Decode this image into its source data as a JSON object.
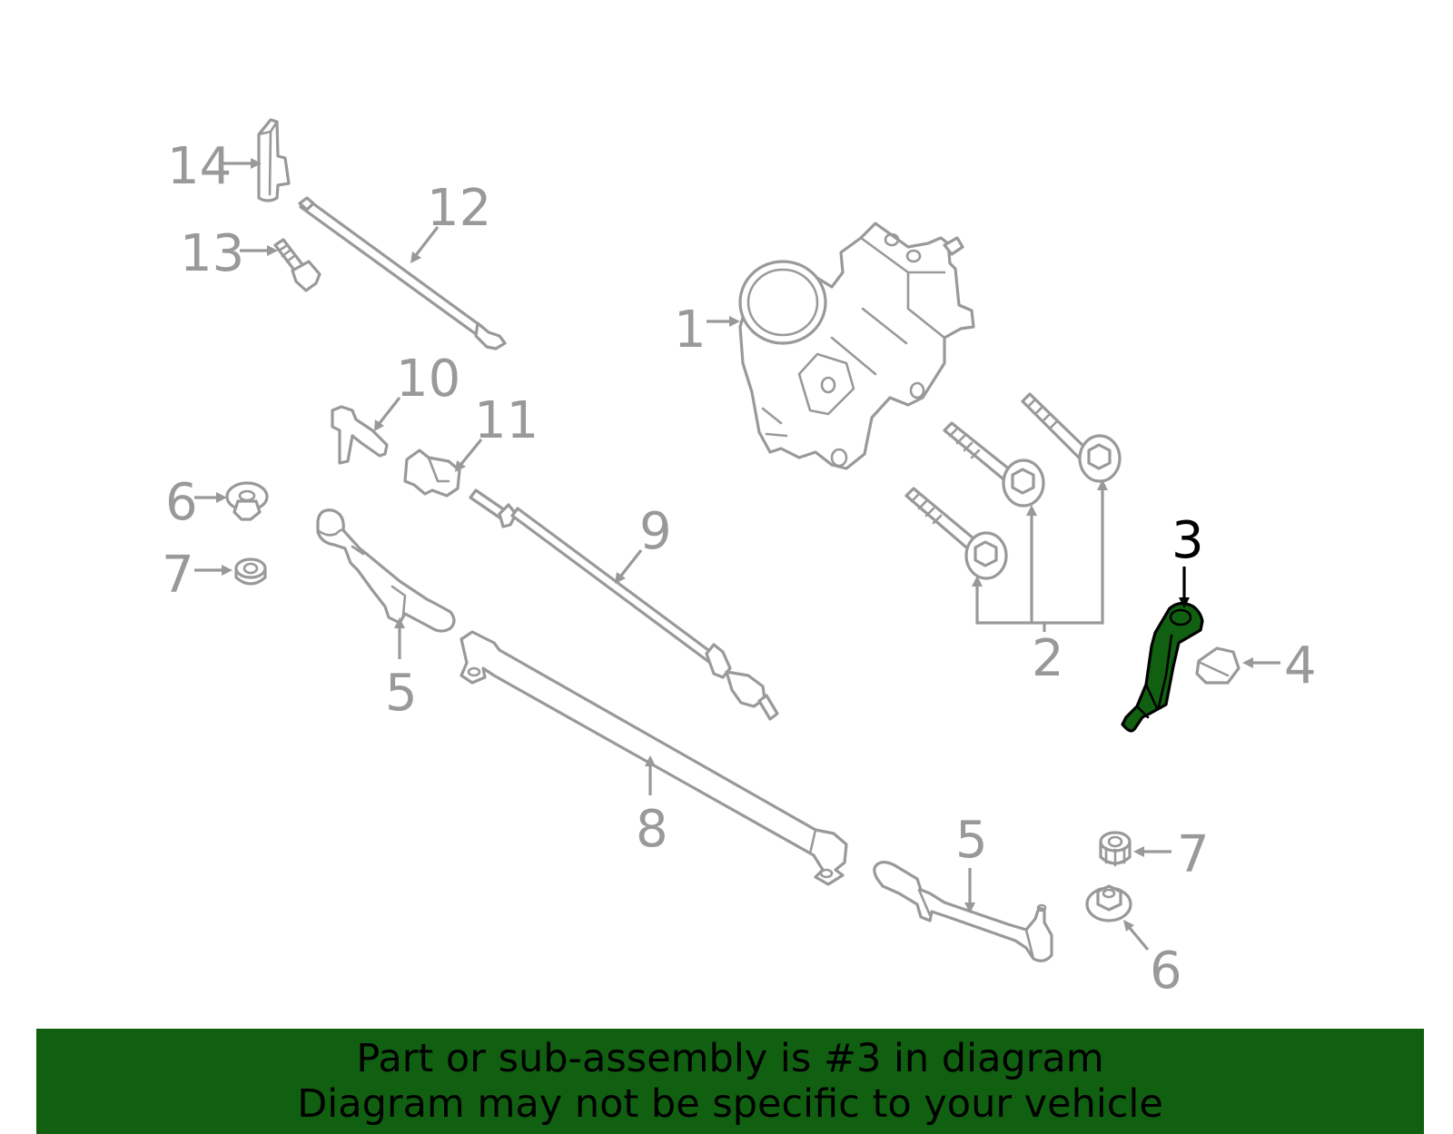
{
  "colors": {
    "part_outline": "#999999",
    "highlight_fill": "#116011",
    "highlight_outline": "#000000",
    "banner_background": "#116011",
    "banner_text": "#000000"
  },
  "callouts": {
    "c1": "1",
    "c2": "2",
    "c3": "3",
    "c4": "4",
    "c5a": "5",
    "c5b": "5",
    "c6a": "6",
    "c6b": "6",
    "c7a": "7",
    "c7b": "7",
    "c8": "8",
    "c9": "9",
    "c10": "10",
    "c11": "11",
    "c12": "12",
    "c13": "13",
    "c14": "14"
  },
  "highlighted_part": "3",
  "banner": {
    "line1": "Part or sub-assembly is #3 in diagram",
    "line2": "Diagram may not be specific to your vehicle"
  }
}
